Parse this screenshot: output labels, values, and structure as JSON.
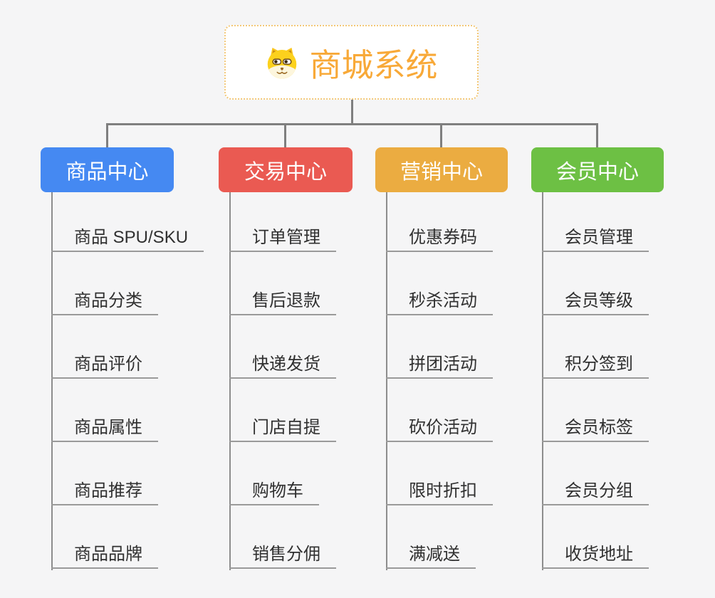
{
  "colors": {
    "background": "#f5f5f6",
    "connector": "#7f7f7f",
    "spine": "#8d8d8d",
    "underline": "#9a9a9a",
    "item_text": "#303030",
    "root_text": "#f8a938",
    "root_border": "#f3c878"
  },
  "root": {
    "title": "商城系统",
    "icon": "dog-face-icon"
  },
  "branches": [
    {
      "label": "商品中心",
      "color": "#4589f2",
      "children": [
        "商品 SPU/SKU",
        "商品分类",
        "商品评价",
        "商品属性",
        "商品推荐",
        "商品品牌"
      ]
    },
    {
      "label": "交易中心",
      "color": "#ea5a52",
      "children": [
        "订单管理",
        "售后退款",
        "快递发货",
        "门店自提",
        "购物车",
        "销售分佣"
      ]
    },
    {
      "label": "营销中心",
      "color": "#ebac41",
      "children": [
        "优惠券码",
        "秒杀活动",
        "拼团活动",
        "砍价活动",
        "限时折扣",
        "满减送"
      ]
    },
    {
      "label": "会员中心",
      "color": "#6dc044",
      "children": [
        "会员管理",
        "会员等级",
        "积分签到",
        "会员标签",
        "会员分组",
        "收货地址"
      ]
    }
  ]
}
